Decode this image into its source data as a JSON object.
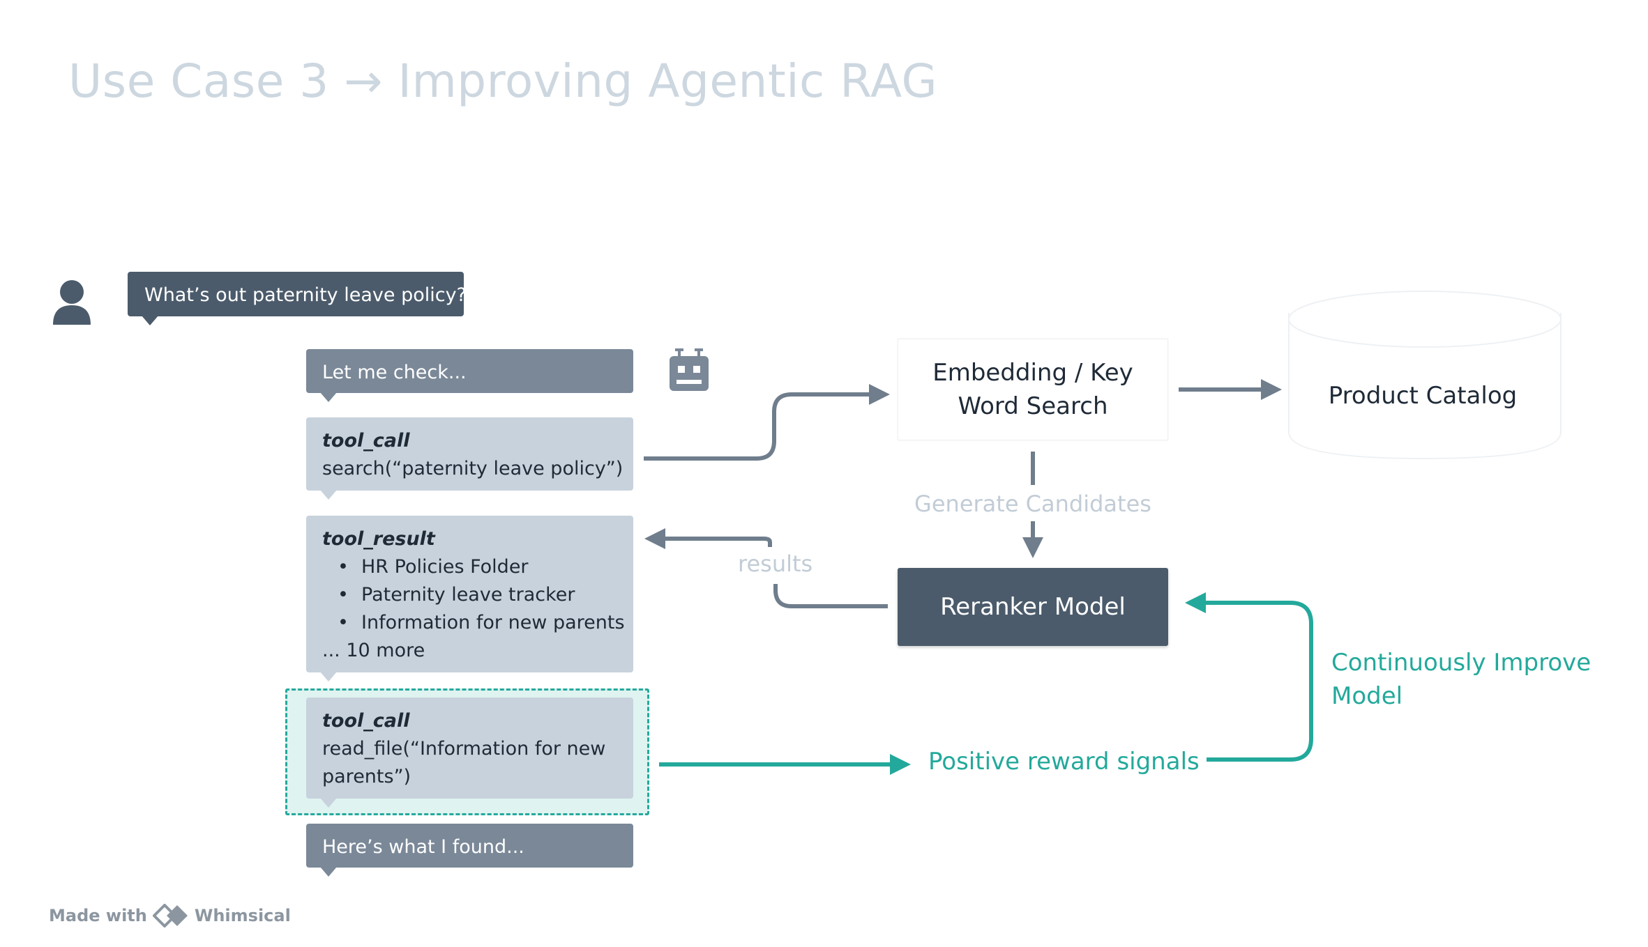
{
  "title": "Use Case 3 → Improving Agentic RAG",
  "user_message": "What’s out paternity leave policy?",
  "agent_messages": {
    "check": "Let me check...",
    "found": "Here’s what I found..."
  },
  "tool_call_1": {
    "label": "tool_call",
    "code": "search(“paternity leave policy”)"
  },
  "tool_result": {
    "label": "tool_result",
    "items": [
      "HR Policies Folder",
      "Paternity leave tracker",
      "Information for new parents"
    ],
    "more": "... 10 more"
  },
  "tool_call_2": {
    "label": "tool_call",
    "code_line1": "read_file(“Information for new",
    "code_line2": "parents”)"
  },
  "search_box": {
    "line1": "Embedding / Key",
    "line2": "Word Search"
  },
  "catalog": "Product Catalog",
  "reranker": "Reranker Model",
  "labels": {
    "generate": "Generate Candidates",
    "results": "results",
    "reward": "Positive reward signals",
    "improve_line1": "Continuously Improve",
    "improve_line2": "Model"
  },
  "watermark": {
    "prefix": "Made with",
    "brand": "Whimsical"
  },
  "colors": {
    "dark": "#4b5b6b",
    "grey": "#7a8898",
    "light": "#c7d2dc",
    "teal": "#23a99b",
    "title": "#cdd7e0"
  }
}
